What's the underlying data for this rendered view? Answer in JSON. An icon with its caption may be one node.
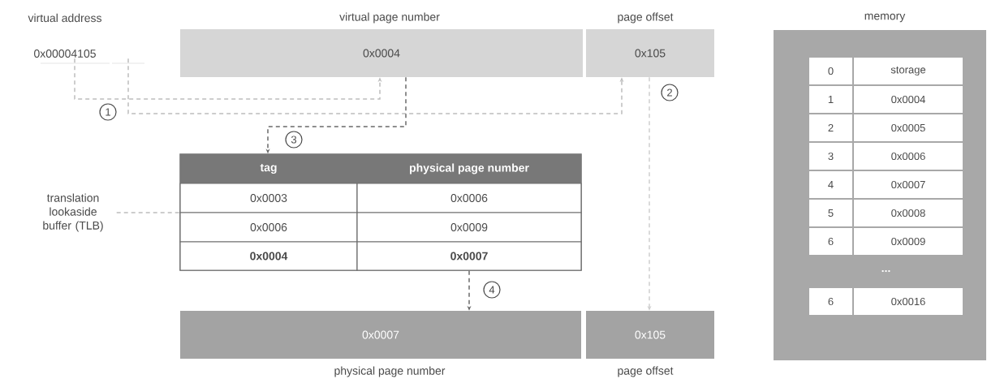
{
  "diagram": {
    "nodes": [
      {
        "text": [
          "0x00004105"
        ],
        "beside": [
          "virtual address"
        ]
      },
      {
        "text": [
          "virtual page number",
          "0x0004"
        ]
      },
      {
        "text": [
          "page offset",
          "0x105"
        ]
      },
      {
        "text": [
          "translation lookaside buffer (TLB)"
        ]
      },
      {
        "text": [
          "tag",
          "physical page number",
          "0x0003",
          "0x0006",
          "0x0006",
          "0x0009",
          "0x0004",
          "0x0007"
        ]
      },
      {
        "text": [
          "0x0007",
          "physical page number"
        ]
      },
      {
        "text": [
          "0x105",
          "page offset"
        ]
      },
      {
        "text": [
          "memory",
          "0",
          "storage",
          "1",
          "0x0004",
          "2",
          "0x0005",
          "3",
          "0x0006",
          "4",
          "0x0007",
          "5",
          "0x0008",
          "6",
          "0x0009",
          "...",
          "6",
          "0x0016"
        ]
      }
    ],
    "edges": [
      {
        "from": 0,
        "to": 1,
        "arrow": "to",
        "label": "1",
        "style": "dashed",
        "color": "#bdbdbd"
      },
      {
        "from": 0,
        "to": 2,
        "arrow": "to",
        "label": "2",
        "style": "dashed",
        "color": "#bdbdbd"
      },
      {
        "from": 1,
        "to": 4,
        "arrow": "to",
        "label": "3",
        "style": "dashed",
        "color": "#6a6a6a"
      },
      {
        "from": 4,
        "to": 5,
        "arrow": "to",
        "label": "4",
        "style": "dashed",
        "color": "#6a6a6a"
      },
      {
        "from": 2,
        "to": 6,
        "arrow": "to",
        "style": "dashed",
        "color": "#cfcfcf"
      },
      {
        "from": 3,
        "to": 4,
        "arrow": "none",
        "style": "dashed",
        "color": "#bdbdbd"
      }
    ]
  }
}
